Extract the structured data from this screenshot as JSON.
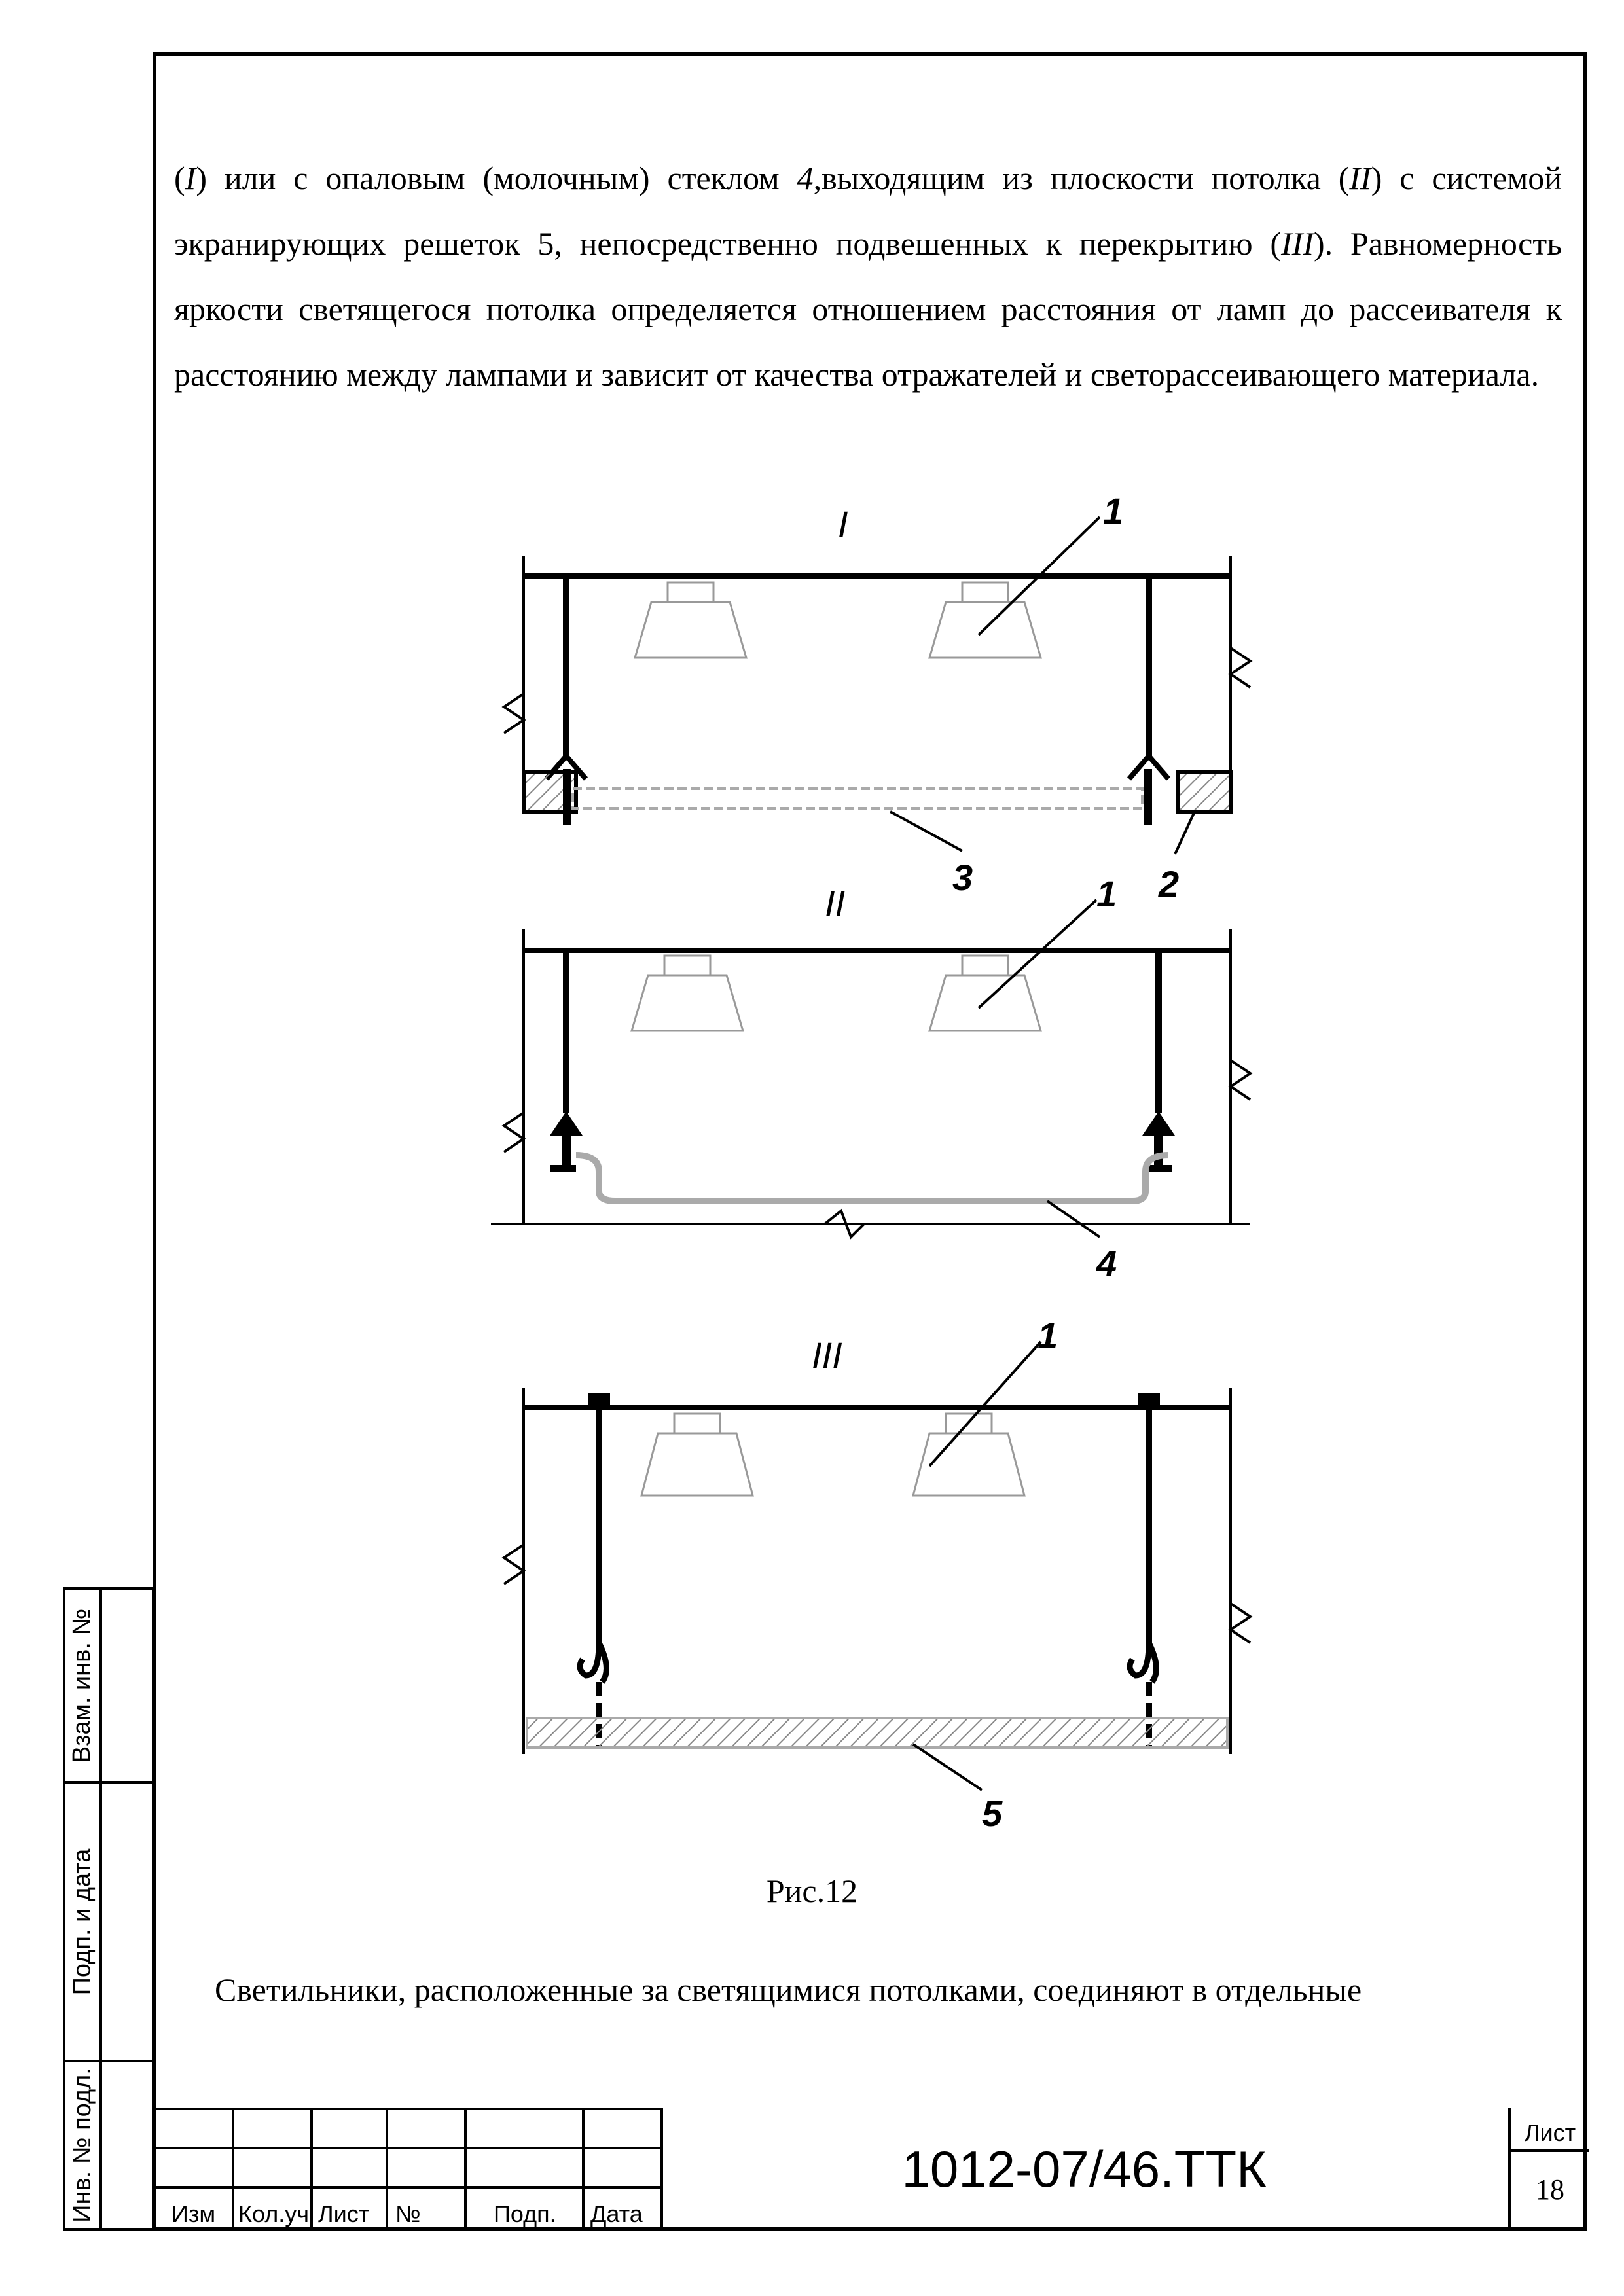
{
  "paragraphs": {
    "p1_a": "(",
    "p1_i1": "I",
    "p1_b": ") или с опаловым (молочным) стеклом ",
    "p1_i2": "4",
    "p1_c": ",выходящим из плоскости потолка (",
    "p1_i3": "II",
    "p1_d": ") с системой экранирующих решеток 5, непосредственно подвешенных к перекрытию (",
    "p1_i4": "III",
    "p1_e": "). Равномерность яркости светящегося потолка определяется отношением расстояния от ламп до рассеивателя к расстоянию между лампами и зависит от качества отражателей и светорассеивающего материала.",
    "p2": "Светильники, расположенные за светящимися потолками, соединяют в отдельные"
  },
  "figure": {
    "label_I": "I",
    "label_II": "II",
    "label_III": "III",
    "callout_1": "1",
    "callout_2": "2",
    "callout_3": "3",
    "callout_4": "4",
    "callout_5": "5"
  },
  "caption": "Рис.12",
  "sidebar": {
    "vzam_inv": "Взам. инв. №",
    "podp_data": "Подп. и дата",
    "inv_podl": "Инв. № подл."
  },
  "titleblock": {
    "izm": "Изм",
    "kol_uch": "Кол.уч",
    "list": "Лист",
    "num_doc": "№",
    "podp": "Подп.",
    "data": "Дата",
    "code": "1012-07/46.ТТК",
    "sheet_label": "Лист",
    "sheet_number": "18"
  }
}
